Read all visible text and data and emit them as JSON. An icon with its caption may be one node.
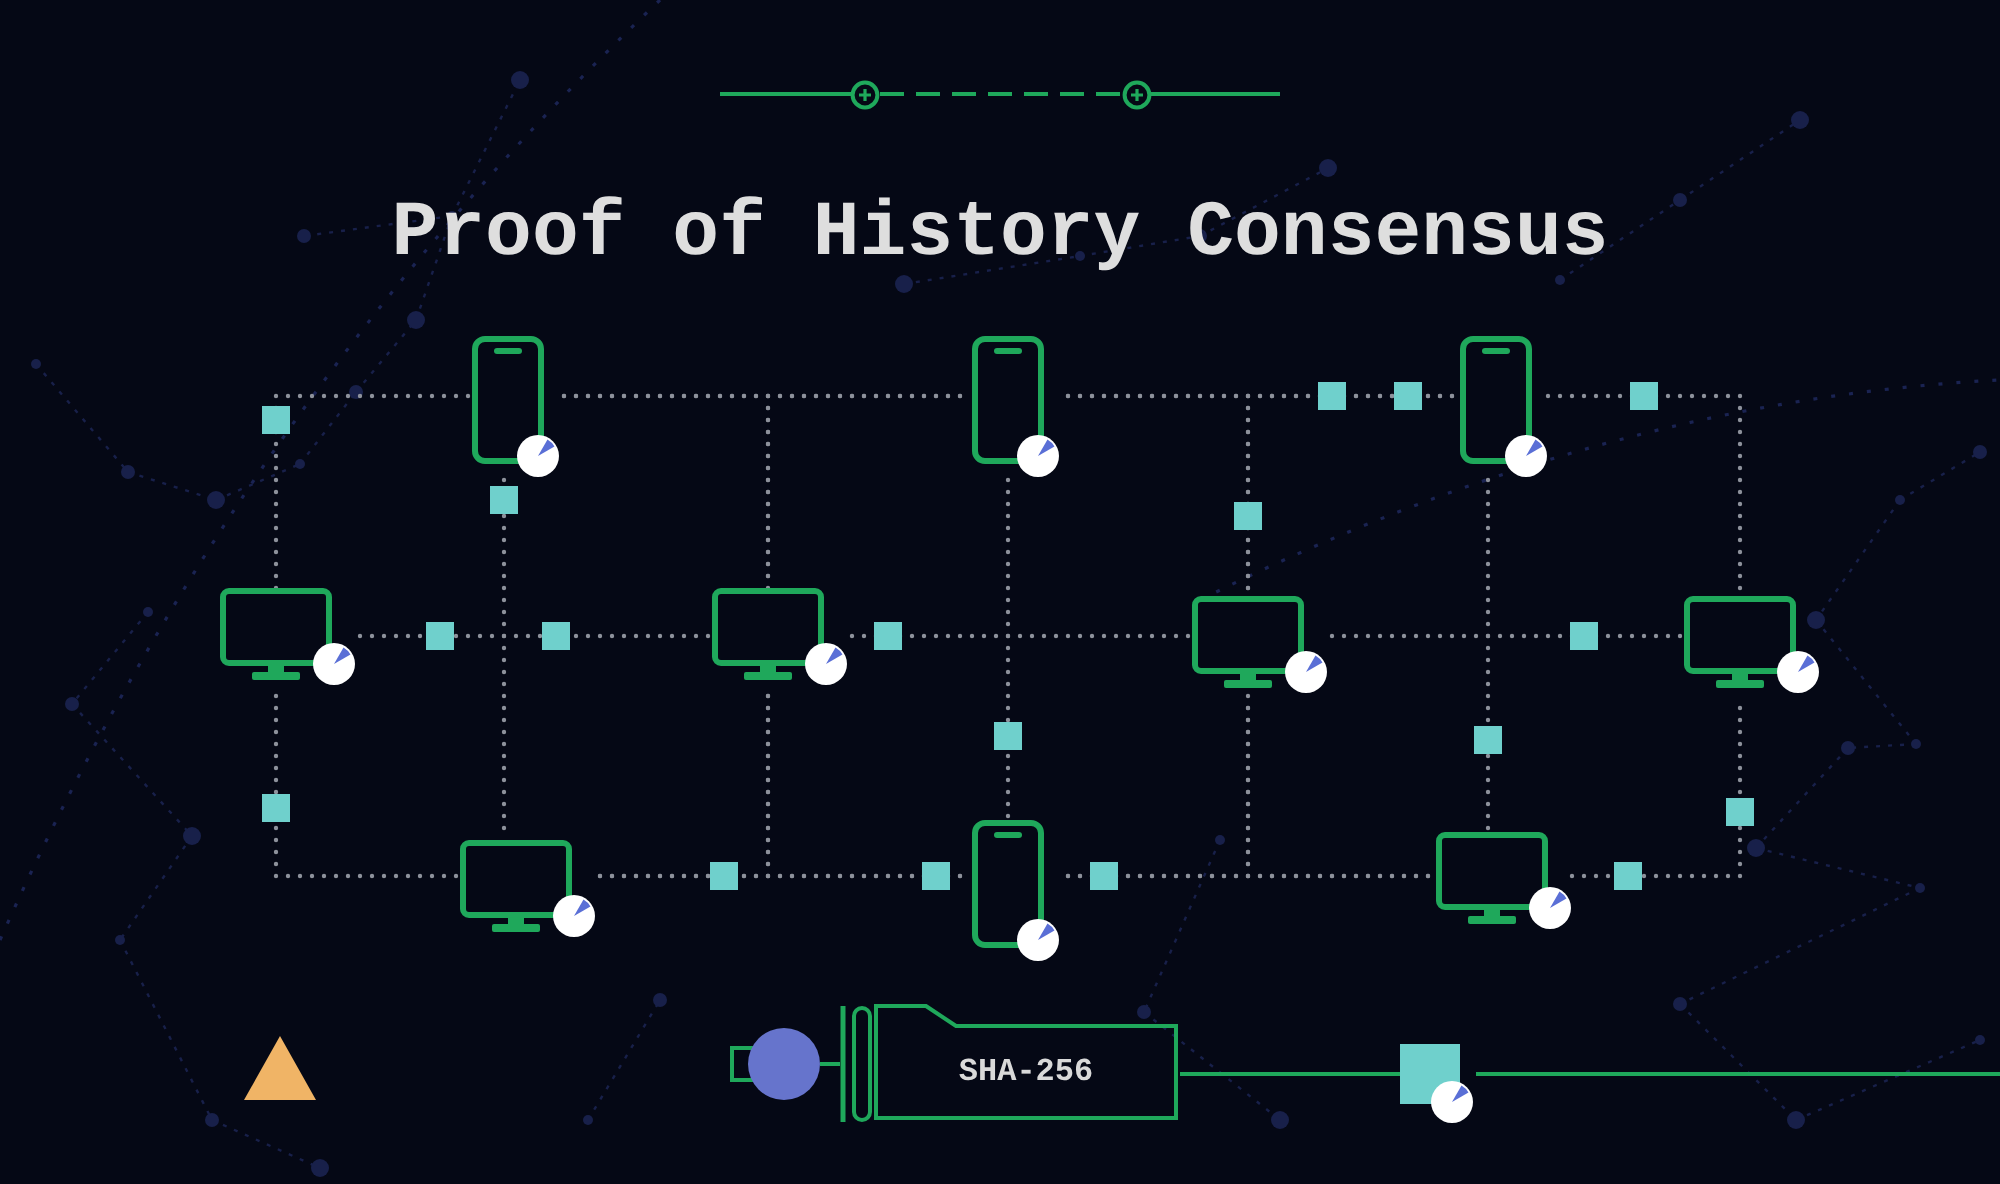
{
  "diagram": {
    "title": "Proof of History Consensus",
    "nodes": [
      {
        "text": [],
        "shape": "phone"
      },
      {
        "text": [],
        "shape": "phone"
      },
      {
        "text": [],
        "shape": "phone"
      },
      {
        "text": [],
        "shape": "monitor"
      },
      {
        "text": [],
        "shape": "monitor"
      },
      {
        "text": [],
        "shape": "monitor"
      },
      {
        "text": [],
        "shape": "monitor"
      },
      {
        "text": [],
        "shape": "monitor"
      },
      {
        "text": [],
        "shape": "phone"
      },
      {
        "text": [],
        "shape": "monitor"
      },
      {
        "text": [],
        "shape": "circle"
      },
      {
        "text": [
          "SHA-256"
        ]
      },
      {
        "text": [],
        "shape": "box"
      }
    ],
    "edges": [
      {
        "from": 3,
        "to": 0,
        "arrow": "none",
        "style": "dashed"
      },
      {
        "from": 0,
        "to": 1,
        "arrow": "none",
        "style": "dashed"
      },
      {
        "from": 0,
        "to": 4,
        "arrow": "none",
        "style": "dashed"
      },
      {
        "from": 4,
        "to": 1,
        "arrow": "none",
        "style": "dashed"
      },
      {
        "from": 1,
        "to": 2,
        "arrow": "none",
        "style": "dashed"
      },
      {
        "from": 1,
        "to": 5,
        "arrow": "none",
        "style": "dashed"
      },
      {
        "from": 5,
        "to": 2,
        "arrow": "none",
        "style": "dashed"
      },
      {
        "from": 2,
        "to": 6,
        "arrow": "none",
        "style": "dashed"
      },
      {
        "from": 0,
        "to": 7,
        "arrow": "none",
        "style": "dashed"
      },
      {
        "from": 1,
        "to": 8,
        "arrow": "none",
        "style": "dashed"
      },
      {
        "from": 2,
        "to": 9,
        "arrow": "none",
        "style": "dashed"
      },
      {
        "from": 3,
        "to": 4,
        "arrow": "none",
        "style": "dashed"
      },
      {
        "from": 4,
        "to": 5,
        "arrow": "none",
        "style": "dashed"
      },
      {
        "from": 5,
        "to": 6,
        "arrow": "none",
        "style": "dashed"
      },
      {
        "from": 3,
        "to": 7,
        "arrow": "none",
        "style": "dashed"
      },
      {
        "from": 7,
        "to": 8,
        "arrow": "none",
        "style": "dashed"
      },
      {
        "from": 7,
        "to": 4,
        "arrow": "none",
        "style": "dashed"
      },
      {
        "from": 4,
        "to": 8,
        "arrow": "none",
        "style": "dashed"
      },
      {
        "from": 8,
        "to": 9,
        "arrow": "none",
        "style": "dashed"
      },
      {
        "from": 8,
        "to": 5,
        "arrow": "none",
        "style": "dashed"
      },
      {
        "from": 5,
        "to": 9,
        "arrow": "none",
        "style": "dashed"
      },
      {
        "from": 9,
        "to": 6,
        "arrow": "none",
        "style": "dashed"
      },
      {
        "from": 10,
        "to": 11,
        "arrow": "none",
        "color": "#1fa85b"
      },
      {
        "from": 11,
        "to": 12,
        "arrow": "none",
        "color": "#1fa85b"
      },
      {
        "from": 12,
        "to": null,
        "arrow": "none",
        "color": "#1fa85b"
      }
    ]
  }
}
